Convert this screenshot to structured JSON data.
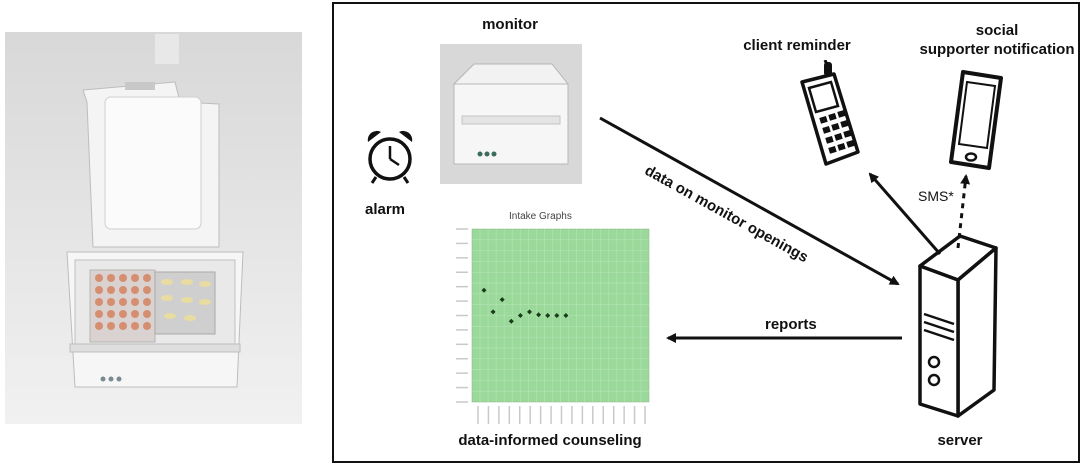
{
  "labels": {
    "monitor": "monitor",
    "client_reminder": "client reminder",
    "social_notification_line1": "social",
    "social_notification_line2": "supporter notification",
    "alarm": "alarm",
    "data_arrow": "data on monitor openings",
    "sms": "SMS*",
    "reports": "reports",
    "counseling": "data-informed counseling",
    "server": "server"
  },
  "graph": {
    "title": "Intake Graphs"
  },
  "chart_data": {
    "type": "scatter",
    "title": "Intake Graphs",
    "xlabel": "",
    "ylabel": "",
    "ylim": [
      0,
      24
    ],
    "x": [
      1,
      2,
      3,
      4,
      5,
      6,
      7,
      8,
      9,
      10
    ],
    "values": [
      15.5,
      12.5,
      14.2,
      11.2,
      12.0,
      12.5,
      12.1,
      12.0,
      12.0,
      12.0
    ],
    "grid": true,
    "background": "#9bd99b",
    "point_color": "#1a3a1a"
  },
  "colors": {
    "frame": "#111111",
    "graph_bg": "#9bd99b",
    "arrow": "#111111"
  }
}
